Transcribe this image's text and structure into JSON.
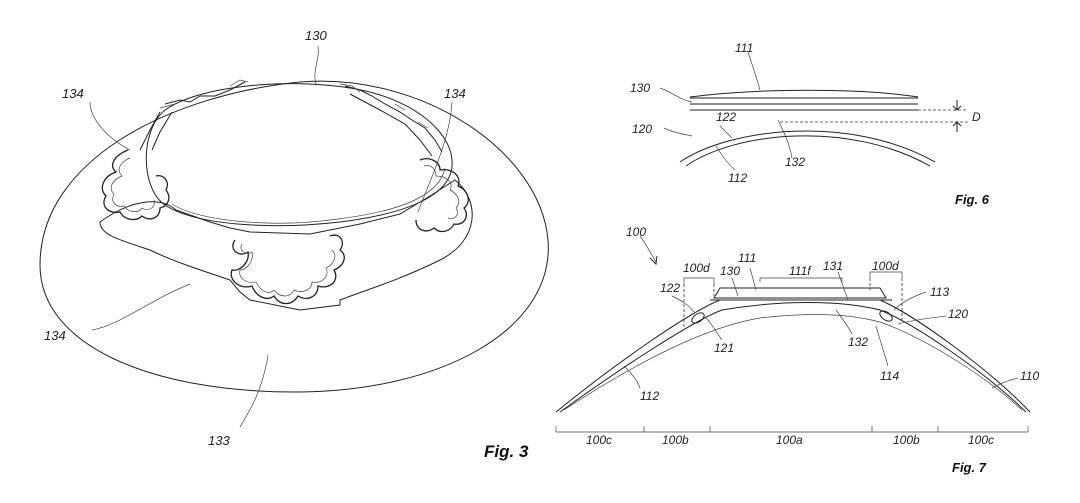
{
  "fig3": {
    "caption": "Fig. 3",
    "labels": {
      "l130": "130",
      "l134_left": "134",
      "l134_right": "134",
      "l134_bottom": "134",
      "l133": "133"
    }
  },
  "fig6": {
    "caption": "Fig. 6",
    "labels": {
      "l111": "111",
      "l130": "130",
      "l120": "120",
      "l122": "122",
      "l112": "112",
      "l132": "132",
      "lD": "D"
    }
  },
  "fig7": {
    "caption": "Fig. 7",
    "labels": {
      "l100": "100",
      "l100d_left": "100d",
      "l111": "111",
      "l130": "130",
      "l111f": "111f",
      "l131": "131",
      "l100d_right": "100d",
      "l122": "122",
      "l113": "113",
      "l120": "120",
      "l121": "121",
      "l132": "132",
      "l114": "114",
      "l110": "110",
      "l112": "112"
    },
    "zones": [
      "100c",
      "100b",
      "100a",
      "100b",
      "100c"
    ]
  }
}
